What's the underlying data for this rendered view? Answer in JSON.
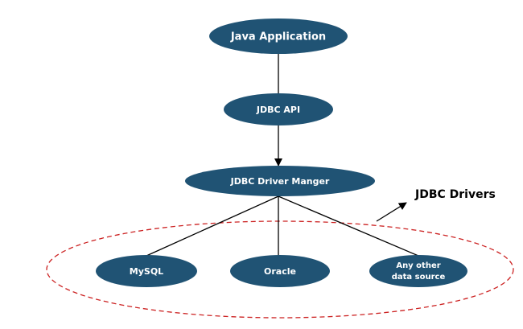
{
  "diagram": {
    "nodes": {
      "java_app": "Java Application",
      "jdbc_api": "JDBC API",
      "driver_manager": "JDBC Driver Manger",
      "mysql": "MySQL",
      "oracle": "Oracle",
      "other_line1": "Any other",
      "other_line2": "data source"
    },
    "callout": "JDBC Drivers",
    "colors": {
      "node_fill": "#205374",
      "node_text": "#ffffff",
      "group_outline": "#cc2222",
      "connector": "#000000"
    }
  }
}
